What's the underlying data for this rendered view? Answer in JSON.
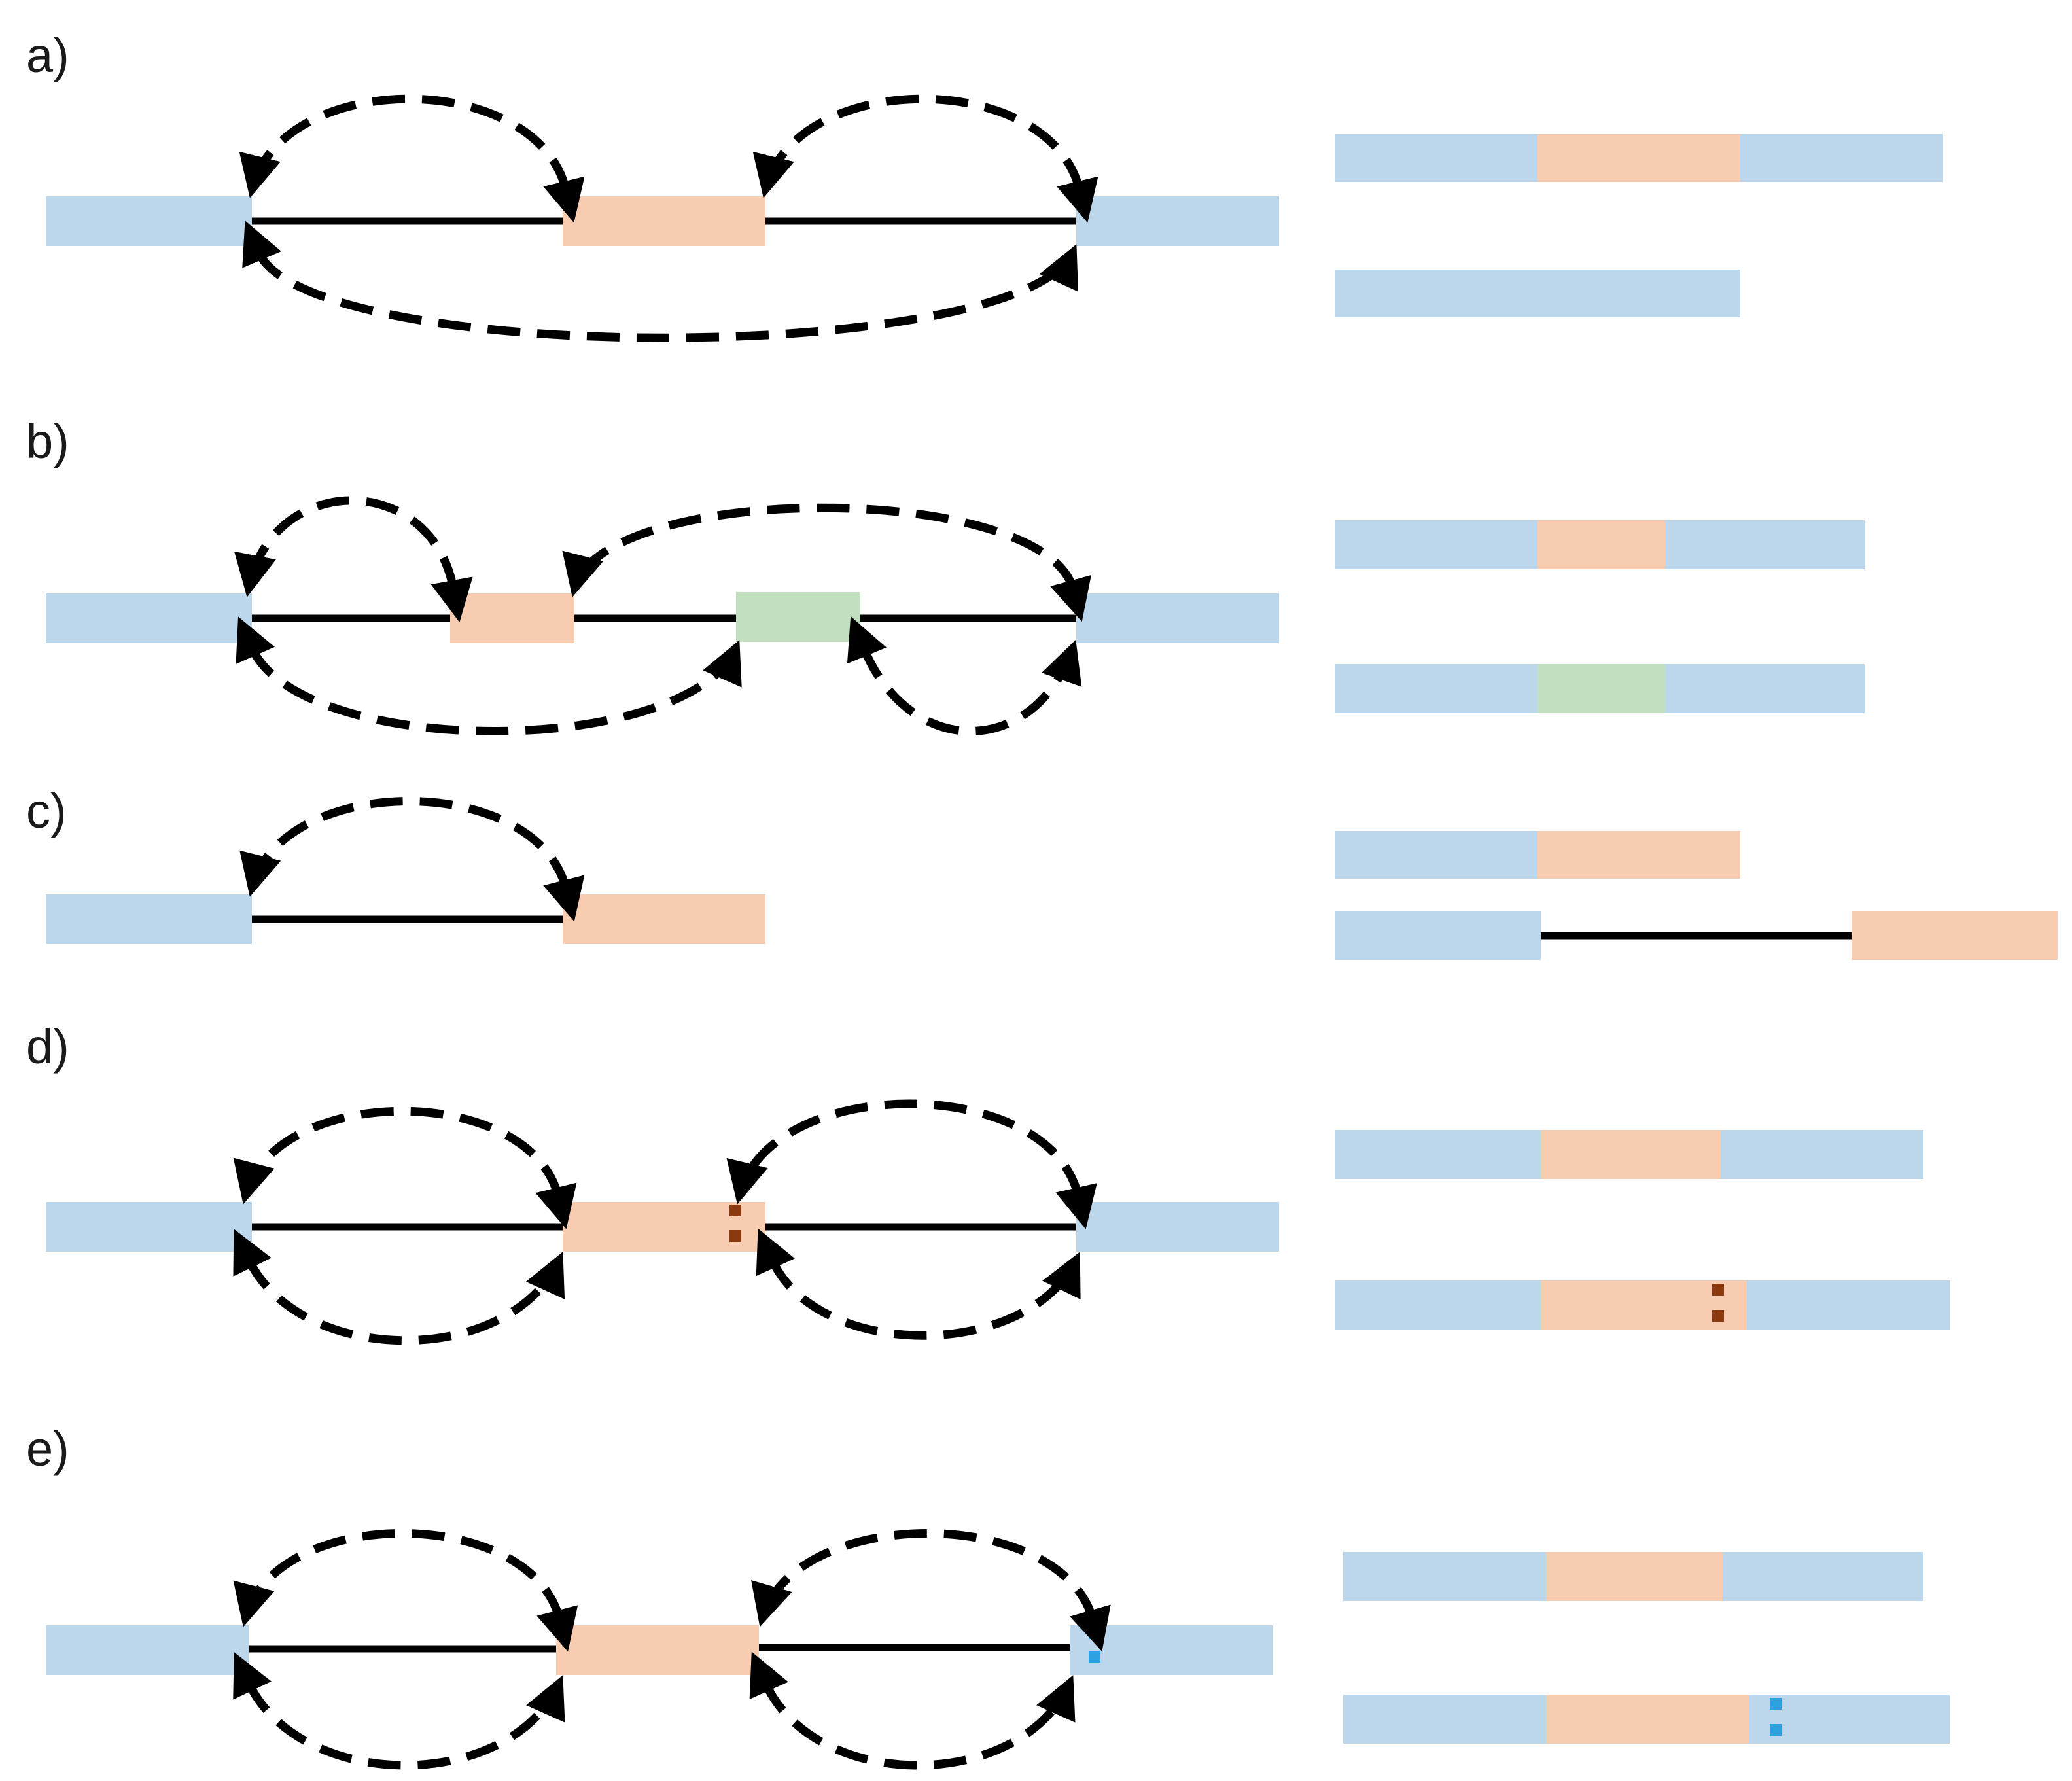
{
  "colors": {
    "constitutive_exon": "#bcd7ec",
    "alternative_exon": "#f7ccb1",
    "alternative_exon_green": "#c2e0c0",
    "intron": "#000000",
    "junction_arrow": "#000000",
    "marker_brown": "#8b3a10",
    "marker_blue": "#2ea2e0"
  },
  "panels": [
    {
      "id": "a",
      "label": "a)"
    },
    {
      "id": "b",
      "label": "b)"
    },
    {
      "id": "c",
      "label": "c)"
    },
    {
      "id": "d",
      "label": "d)"
    },
    {
      "id": "e",
      "label": "e)"
    }
  ]
}
